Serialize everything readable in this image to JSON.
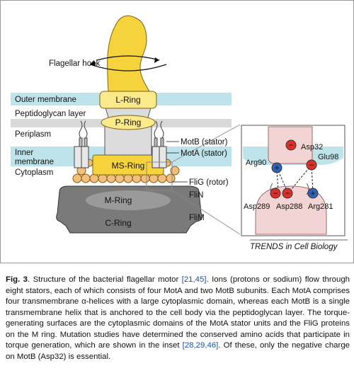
{
  "diagram": {
    "labels": {
      "hook": "Flagellar hook",
      "outer_membrane": "Outer membrane",
      "peptidoglycan": "Peptidoglycan layer",
      "periplasm": "Periplasm",
      "inner_membrane_1": "Inner",
      "inner_membrane_2": "membrane",
      "cytoplasm": "Cytoplasm",
      "l_ring": "L-Ring",
      "p_ring": "P-Ring",
      "ms_ring": "MS-Ring",
      "m_ring": "M-Ring",
      "c_ring": "C-Ring",
      "motb": "MotB (stator)",
      "mota": "MotA (stator)",
      "flig": "FliG (rotor)",
      "flin": "FliN",
      "flim": "FliM"
    },
    "inset": {
      "asp32": "Asp32",
      "arg90": "Arg90",
      "glu98": "Glu98",
      "asp289": "Asp289",
      "asp288": "Asp288",
      "arg281": "Arg281",
      "minus": "−",
      "plus": "+"
    },
    "journal": "TRENDS in Cell Biology"
  },
  "caption": {
    "fig_label": "Fig. 3",
    "part1": ". Structure of the bacterial flagellar motor ",
    "ref1": "[21,45]",
    "part2": ". Ions (protons or sodium) flow through eight stators, each of which consists of four MotA and two MotB subunits. Each MotA comprises four transmembrane α-helices with a large cytoplasmic domain, whereas each MotB is a single transmembrane helix that is anchored to the cell body via the peptidoglycan layer. The torque-generating surfaces are the cytoplasmic domains of the MotA stator units and the FliG proteins on the M ring. Mutation studies have determined the conserved amino acids that participate in torque generation, which are shown in the inset ",
    "ref2": "[28,29,46]",
    "part3": ". Of these, only the negative charge on MotB (Asp32) is essential."
  },
  "colors": {
    "membrane": "#bfe3ea",
    "peptidoglycan": "#d9d9d9",
    "yellow": "#f6d23c",
    "yellow_light": "#fbe98a",
    "gray_ring": "#dcdcdc",
    "c_ring": "#7a7a7a",
    "bead": "#f2c07a",
    "stator": "#e7e7e7",
    "motb_pink": "#f3d4d4",
    "minus_red": "#d9302a",
    "plus_blue": "#2f63b3"
  }
}
